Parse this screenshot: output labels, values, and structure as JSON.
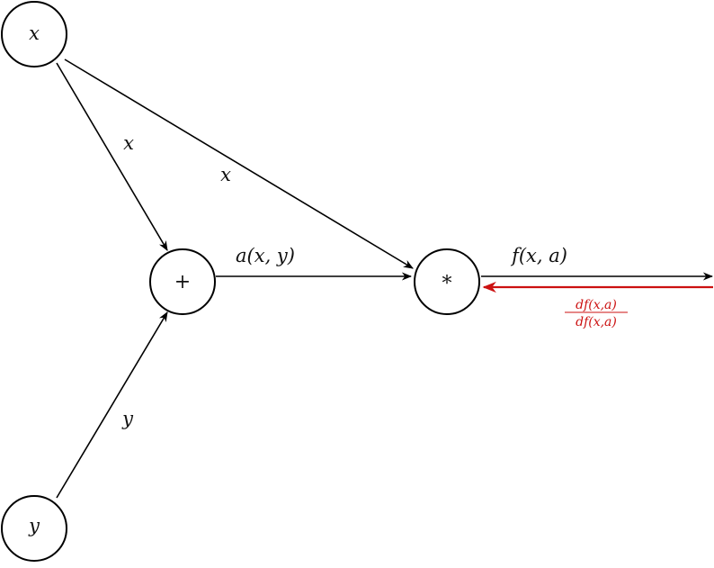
{
  "nodes": {
    "x": "x",
    "y": "y",
    "plus": "+",
    "times": "*"
  },
  "edges": {
    "x_to_plus": "x",
    "x_to_times": "x",
    "y_to_plus": "y",
    "a_out": "a(x, y)",
    "f_out": "f(x, a)"
  },
  "gradient": {
    "numerator": "df(x,a)",
    "denominator": "df(x,a)"
  },
  "colors": {
    "stroke": "#000000",
    "gradient": "#cc1111"
  }
}
